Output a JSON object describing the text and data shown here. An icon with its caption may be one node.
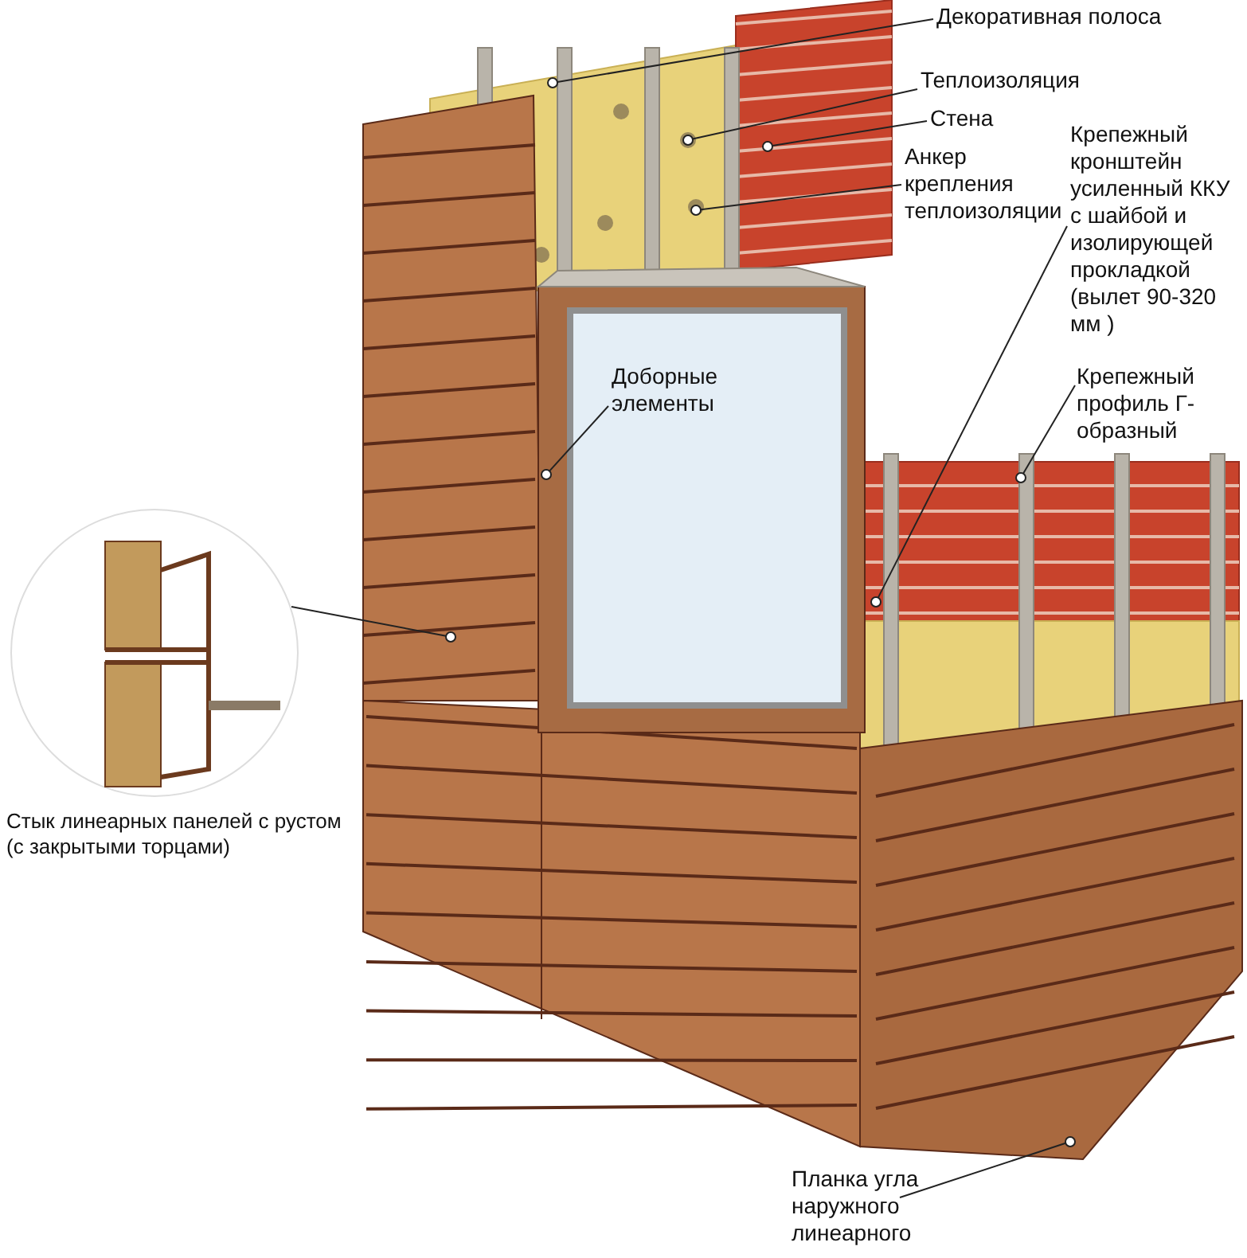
{
  "diagram": {
    "nodes": [
      {
        "text": [
          "Декоративная полоса"
        ]
      },
      {
        "text": [
          "Теплоизоляция"
        ]
      },
      {
        "text": [
          "Стена"
        ]
      },
      {
        "text": [
          "Анкер крепления теплоизоляции"
        ]
      },
      {
        "text": [
          "Крепежный кронштейн усиленный ККУ с шайбой и изолирующей прокладкой (вылет 90-320 мм )"
        ]
      },
      {
        "text": [
          "Доборные элементы"
        ]
      },
      {
        "text": [
          "Крепежный профиль Г-образный"
        ]
      },
      {
        "text": [
          "Стык линеарных панелей с рустом (с закрытыми торцами)"
        ]
      },
      {
        "text": [
          "Планка угла наружного линеарного"
        ]
      },
      {
        "text": [],
        "shape": "circle"
      },
      {
        "text": [],
        "shape": "circle"
      },
      {
        "text": [],
        "shape": "circle"
      },
      {
        "text": [],
        "shape": "circle"
      },
      {
        "text": [],
        "shape": "circle"
      },
      {
        "text": [],
        "shape": "circle"
      },
      {
        "text": [],
        "shape": "circle"
      },
      {
        "text": [],
        "shape": "circle"
      },
      {
        "text": [],
        "shape": "circle"
      }
    ],
    "edges": [
      {
        "from": 0,
        "to": 9,
        "arrow": "none"
      },
      {
        "from": 1,
        "to": 10,
        "arrow": "none"
      },
      {
        "from": 2,
        "to": 11,
        "arrow": "none"
      },
      {
        "from": 3,
        "to": 12,
        "arrow": "none"
      },
      {
        "from": 4,
        "to": 13,
        "arrow": "none"
      },
      {
        "from": 5,
        "to": 14,
        "arrow": "none"
      },
      {
        "from": 6,
        "to": 15,
        "arrow": "none"
      },
      {
        "from": 7,
        "to": 16,
        "arrow": "none"
      },
      {
        "from": 8,
        "to": 17,
        "arrow": "none"
      }
    ]
  }
}
